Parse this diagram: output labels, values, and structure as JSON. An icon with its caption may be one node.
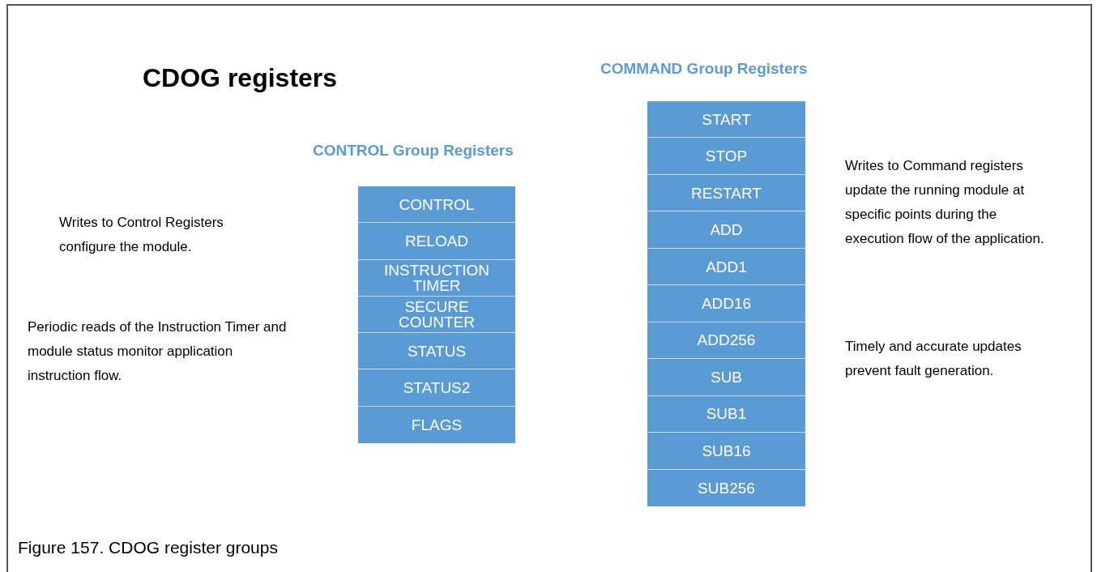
{
  "diagram": {
    "title": "CDOG registers",
    "caption": "Figure 157. CDOG register groups",
    "nodes": [
      {
        "text": [
          "CONTROL Group Registers"
        ]
      },
      {
        "text": [
          "CONTROL"
        ],
        "in": 0
      },
      {
        "text": [
          "RELOAD"
        ],
        "in": 0
      },
      {
        "text": [
          "INSTRUCTION TIMER"
        ],
        "in": 0
      },
      {
        "text": [
          "SECURE COUNTER"
        ],
        "in": 0
      },
      {
        "text": [
          "STATUS"
        ],
        "in": 0
      },
      {
        "text": [
          "STATUS2"
        ],
        "in": 0
      },
      {
        "text": [
          "FLAGS"
        ],
        "in": 0
      },
      {
        "text": [
          "COMMAND Group Registers"
        ]
      },
      {
        "text": [
          "START"
        ],
        "in": 8
      },
      {
        "text": [
          "STOP"
        ],
        "in": 8
      },
      {
        "text": [
          "RESTART"
        ],
        "in": 8
      },
      {
        "text": [
          "ADD"
        ],
        "in": 8
      },
      {
        "text": [
          "ADD1"
        ],
        "in": 8
      },
      {
        "text": [
          "ADD16"
        ],
        "in": 8
      },
      {
        "text": [
          "ADD256"
        ],
        "in": 8
      },
      {
        "text": [
          "SUB"
        ],
        "in": 8
      },
      {
        "text": [
          "SUB1"
        ],
        "in": 8
      },
      {
        "text": [
          "SUB16"
        ],
        "in": 8
      },
      {
        "text": [
          "SUB256"
        ],
        "in": 8
      }
    ],
    "edges": [],
    "labels": [
      "Writes to Control Registers configure the module.",
      "Writes to Command registers update the running module at specific points during the execution flow of the application.",
      "Periodic reads of the Instruction Timer and module status monitor application instruction flow.",
      "Timely and accurate updates prevent fault generation."
    ]
  }
}
